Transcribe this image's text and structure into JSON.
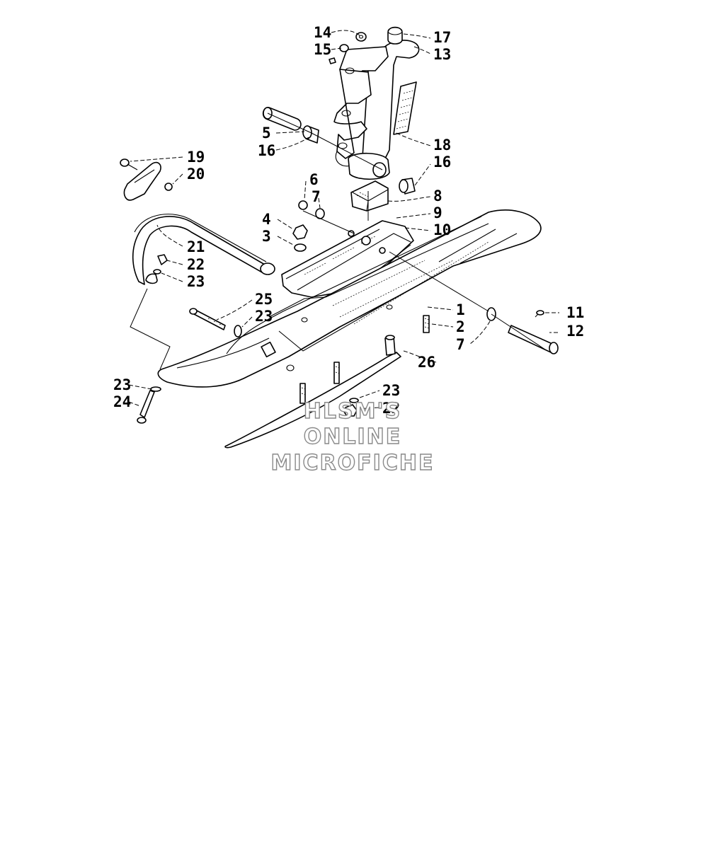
{
  "callouts": {
    "c1": "1",
    "c2": "2",
    "c3": "3",
    "c4": "4",
    "c5": "5",
    "c6": "6",
    "c7a": "7",
    "c7b": "7",
    "c8": "8",
    "c9": "9",
    "c10": "10",
    "c11": "11",
    "c12": "12",
    "c13": "13",
    "c14": "14",
    "c15": "15",
    "c16a": "16",
    "c16b": "16",
    "c17": "17",
    "c18": "18",
    "c19": "19",
    "c20": "20",
    "c21": "21",
    "c22a": "22",
    "c22b": "22",
    "c23a": "23",
    "c23b": "23",
    "c23c": "23",
    "c23d": "23",
    "c24": "24",
    "c25": "25",
    "c26": "26"
  },
  "watermark": {
    "line1": "HLSM'S",
    "line2": "ONLINE",
    "line3": "MICROFICHE"
  },
  "colors": {
    "ink": "#000000",
    "paper": "#ffffff",
    "watermark_outline": "#8a8a8a"
  }
}
